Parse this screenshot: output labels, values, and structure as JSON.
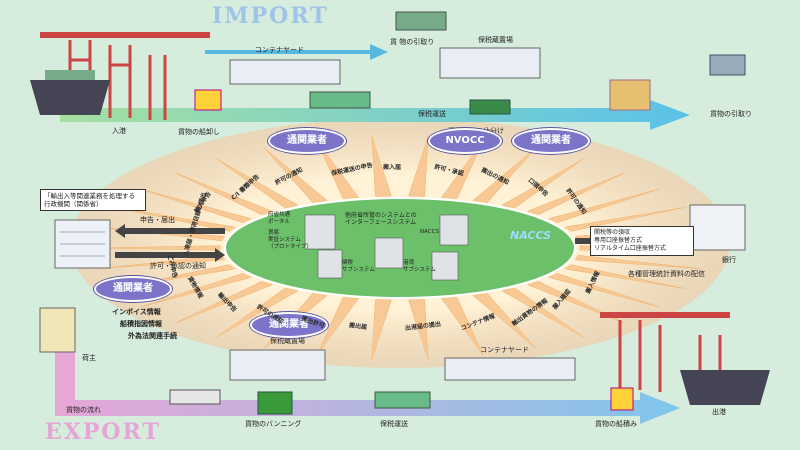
{
  "headings": {
    "import": "IMPORT",
    "export": "EXPORT",
    "naccs": "NACCS"
  },
  "import_labels": {
    "container_yard": "コンテナヤード",
    "pickup": "貨 物の引取り",
    "bonded_area": "保税蔵置場",
    "arrival": "入港",
    "unloading": "貨物の船卸し",
    "bonded_transport": "保税運送",
    "devanning": "混載貨物の仕分け",
    "cargo_pickup": "貨物の引取り"
  },
  "export_labels": {
    "shipper": "荷主",
    "cargo_flow": "貨物の流れ",
    "vanning": "貨物のバンニング",
    "bonded_area": "保税蔵置場",
    "bonded_transport": "保税運送",
    "container_yard": "コンテナヤード",
    "loading": "貨物の船積み",
    "departure": "出港"
  },
  "actors": {
    "broker_top": "通関業者",
    "nvocc": "NVOCC",
    "broker_top_right": "通関業者",
    "broker_left": "通関業者",
    "broker_bottom": "通関業者"
  },
  "left_box": "「輸出入等関連業務を処理する\n行政機関（関係省）",
  "left_arrows": {
    "declare": "申告・届出",
    "permit": "許可・承認の通知"
  },
  "bank_box": "関税等の領収\n専用口座振替方式\nリアルタイム口座振替方式",
  "bank_label": "銀行",
  "bank_note": "各種管理統計資料の配信",
  "center_labels": {
    "top_text": "他府省所管のシステムとの\nインターフェースシステム",
    "server_left": "貿易\n実証システム\n（プロトタイプ）",
    "server_mid": "関税\nサブシステム",
    "server_right": "港湾\nサブシステム",
    "naccs_small": "NACCS",
    "server_topleft": "府省共通\nポータル"
  },
  "left_docs": [
    "インボイス情報",
    "船積指図情報",
    "外為法関連手続"
  ],
  "ray_labels": [
    "輸入申告",
    "C/I 書類申告",
    "許可の通知",
    "保税運送の申告",
    "搬入届",
    "許可・承認",
    "搬出の通知",
    "口頭申告",
    "許可の通知",
    "入港届・積荷目録の提出",
    "ごみ申告",
    "貨物情報",
    "輸出申告",
    "許可の通知",
    "搬出許可",
    "搬出届",
    "出港届の提出",
    "コンテナ情報",
    "輸出貨物の情報",
    "搬入確認",
    "搬入情報"
  ],
  "colors": {
    "background": "#d6ecdd",
    "import_lane": "#7fd0e8",
    "export_lane": "#e8b4d8",
    "ellipse": "#6cc06a",
    "oval": "#7b74c8",
    "rays": "#f7c88a"
  }
}
